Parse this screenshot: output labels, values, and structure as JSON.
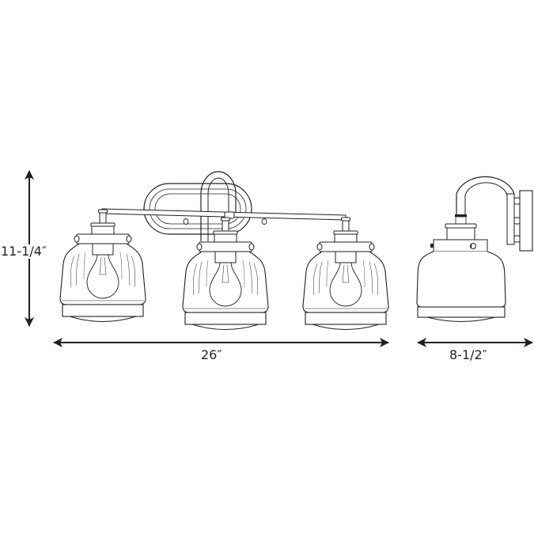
{
  "diagram": {
    "subject": "Three-light bath vanity fixture with clear seeded glass shades",
    "views": [
      {
        "name": "front",
        "light_count": 3
      },
      {
        "name": "side",
        "light_count": 1
      }
    ],
    "dimensions": {
      "height": {
        "label": "11-1/4″",
        "orientation": "vertical",
        "applies_to": "front"
      },
      "width": {
        "label": "26″",
        "orientation": "horizontal",
        "applies_to": "front"
      },
      "depth": {
        "label": "8-1/2″",
        "orientation": "horizontal",
        "applies_to": "side"
      }
    },
    "colors": {
      "line": "#231f20",
      "background": "#ffffff"
    }
  }
}
